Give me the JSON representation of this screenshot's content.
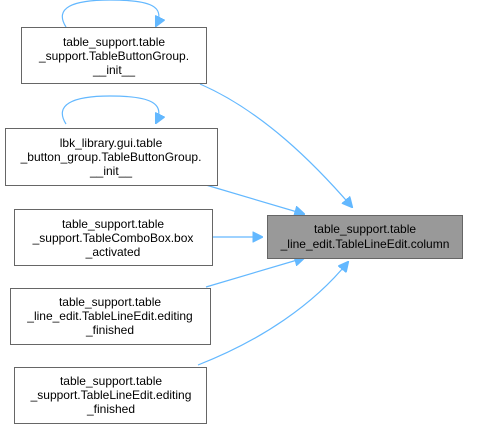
{
  "graph": {
    "nodes": [
      {
        "id": "tsbgi",
        "lines": [
          "table_support.table",
          "_support.TableButtonGroup.",
          "__init__"
        ]
      },
      {
        "id": "lbkbgi",
        "lines": [
          "lbk_library.gui.table",
          "_button_group.TableButtonGroup.",
          "__init__"
        ]
      },
      {
        "id": "tscbba",
        "lines": [
          "table_support.table",
          "_support.TableComboBox.box",
          "_activated"
        ]
      },
      {
        "id": "tslef",
        "lines": [
          "table_support.table",
          "_line_edit.TableLineEdit.editing",
          "_finished"
        ]
      },
      {
        "id": "tsslef",
        "lines": [
          "table_support.table",
          "_support.TableLineEdit.editing",
          "_finished"
        ]
      },
      {
        "id": "target",
        "lines": [
          "table_support.table",
          "_line_edit.TableLineEdit.column"
        ]
      }
    ],
    "edges": [
      {
        "from": "tsbgi",
        "to": "tsbgi"
      },
      {
        "from": "lbkbgi",
        "to": "lbkbgi"
      },
      {
        "from": "tsbgi",
        "to": "target"
      },
      {
        "from": "lbkbgi",
        "to": "target"
      },
      {
        "from": "tscbba",
        "to": "target"
      },
      {
        "from": "tslef",
        "to": "target"
      },
      {
        "from": "tsslef",
        "to": "target"
      }
    ],
    "colors": {
      "edge": "#63b8ff",
      "node_border": "#666666",
      "node_fill": "#ffffff",
      "focus_fill": "#999999"
    }
  }
}
